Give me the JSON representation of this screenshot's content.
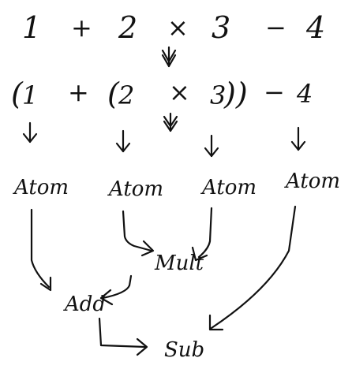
{
  "expression": {
    "tokens": [
      "1",
      "+",
      "2",
      "×",
      "3",
      "−",
      "4"
    ]
  },
  "grouped_expression": {
    "tokens": [
      "(",
      "1",
      "+",
      "(",
      "2",
      "×",
      "3",
      "))",
      "−",
      "4"
    ]
  },
  "nodes": {
    "atom_1": "Atom",
    "atom_2": "Atom",
    "atom_3": "Atom",
    "atom_4": "Atom",
    "mult": "Mult",
    "add": "Add",
    "sub": "Sub"
  }
}
